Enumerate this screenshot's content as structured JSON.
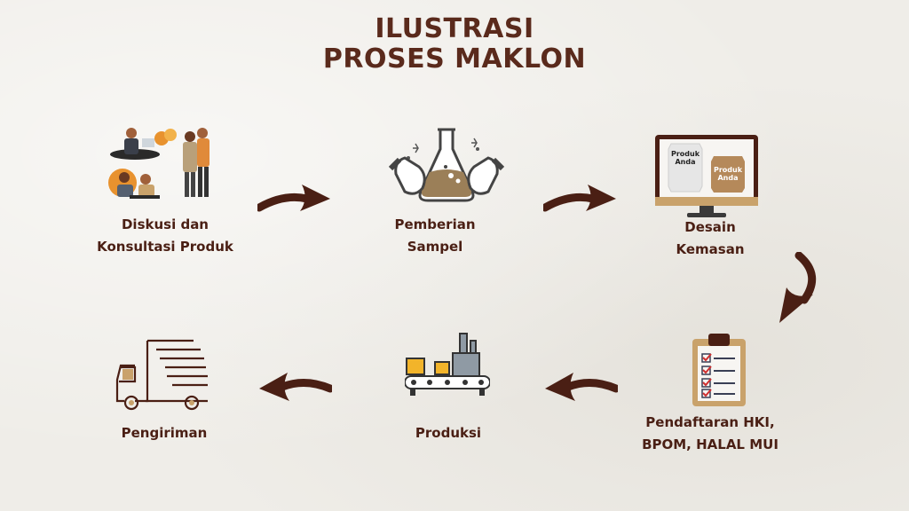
{
  "title": {
    "line1": "ILUSTRASI",
    "line2": "PROSES MAKLON"
  },
  "colors": {
    "brown": "#5a2a1c",
    "accent": "#e8922e",
    "tan": "#c9a26b",
    "gray": "#8f9aa4"
  },
  "steps": [
    {
      "line1": "Diskusi dan",
      "line2": "Konsultasi Produk",
      "icon": "business-meeting-icon"
    },
    {
      "line1": "Pemberian",
      "line2": "Sampel",
      "icon": "lab-flask-icon"
    },
    {
      "line1": "Desain",
      "line2": "Kemasan",
      "icon": "monitor-packaging-icon"
    },
    {
      "line1": "Pendaftaran HKI,",
      "line2": "BPOM, HALAL MUI",
      "icon": "clipboard-checklist-icon"
    },
    {
      "line1": "Produksi",
      "icon": "conveyor-production-icon"
    },
    {
      "line1": "Pengiriman",
      "icon": "delivery-truck-icon"
    }
  ],
  "packaging": {
    "label_line1": "Produk",
    "label_line2": "Anda"
  }
}
